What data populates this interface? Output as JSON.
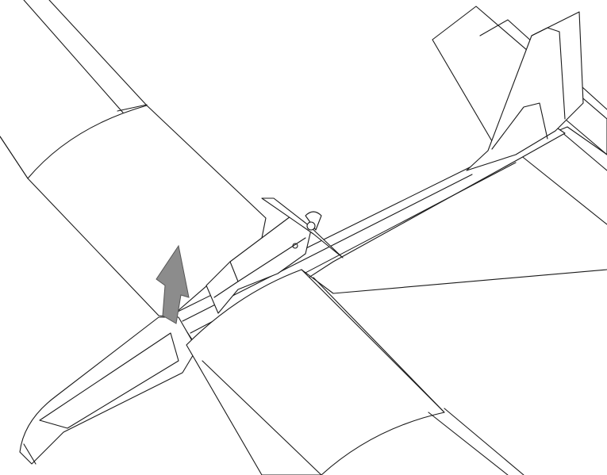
{
  "illustration": {
    "colors": {
      "line": "#1a1a1a",
      "background": "#ffffff",
      "arrow": "#8c8c8c",
      "arrow_outline": "#555555"
    },
    "parts": [
      "left-wing",
      "right-wing",
      "fuselage",
      "motor-pod",
      "propeller",
      "vertical-fin",
      "horizontal-stabilizer",
      "direction-arrow"
    ]
  }
}
